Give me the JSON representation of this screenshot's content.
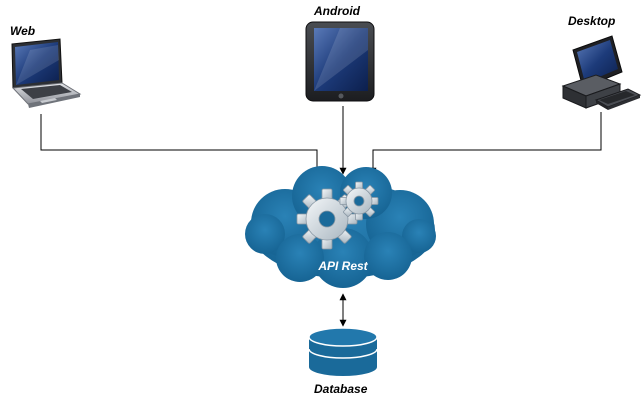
{
  "nodes": {
    "web": {
      "label": "Web",
      "icon": "laptop-icon"
    },
    "android": {
      "label": "Android",
      "icon": "tablet-icon"
    },
    "desktop": {
      "label": "Desktop",
      "icon": "desktop-computer-icon"
    },
    "api": {
      "label": "API Rest",
      "icon": "cloud-gears-icon"
    },
    "database": {
      "label": "Database",
      "icon": "database-cylinder-icon"
    }
  },
  "edges": [
    {
      "from": "Web",
      "to": "API Rest",
      "direction": "one-way"
    },
    {
      "from": "Android",
      "to": "API Rest",
      "direction": "one-way"
    },
    {
      "from": "Desktop",
      "to": "API Rest",
      "direction": "one-way"
    },
    {
      "from": "API Rest",
      "to": "Database",
      "direction": "two-way"
    }
  ],
  "colors": {
    "cloud": "#1a6a9a",
    "database": "#1a6a9a",
    "connector": "#000000",
    "gear": "#cfd8df"
  }
}
